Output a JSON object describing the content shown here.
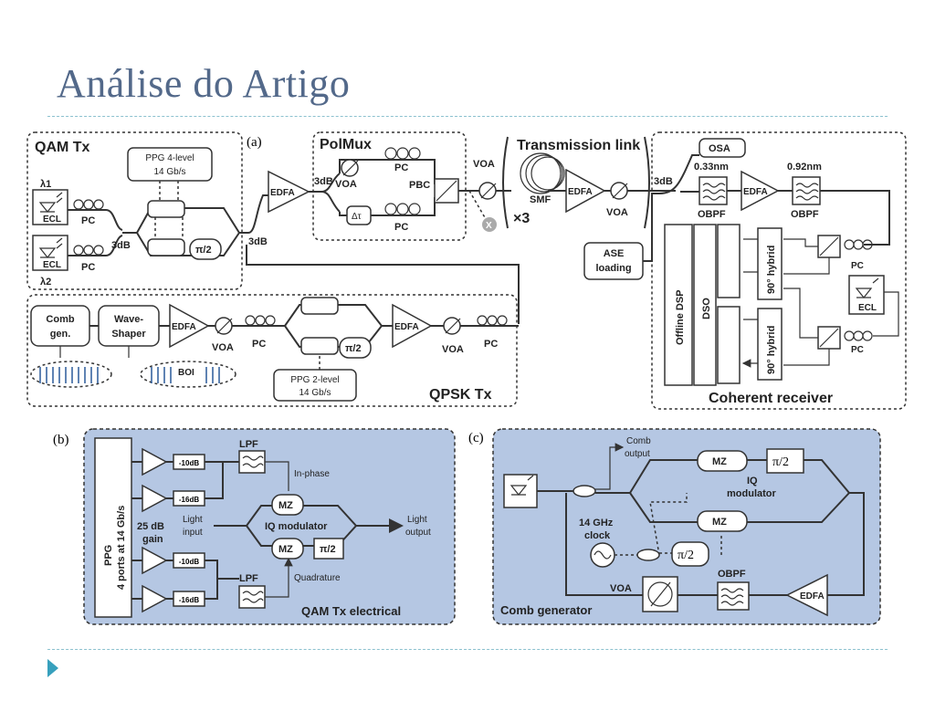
{
  "slide": {
    "title": "Análise do Artigo"
  },
  "panel_a": {
    "tag": "(a)",
    "qam_tx": {
      "title": "QAM Tx",
      "lambda1": "λ1",
      "lambda2": "λ2",
      "ecl": "ECL",
      "pc": "PC",
      "ppg": "PPG 4-level",
      "ppg_rate": "14 Gb/s",
      "coupler": "3dB",
      "phase": "π/2"
    },
    "polmux": {
      "title": "PolMux",
      "voa": "VOA",
      "pc": "PC",
      "pbc": "PBC",
      "delay": "Δτ",
      "coupler": "3dB",
      "edfa": "EDFA",
      "out_coupler": "3dB"
    },
    "link": {
      "title": "Transmission link",
      "voa_in": "VOA",
      "smf": "SMF",
      "times": "×3",
      "edfa": "EDFA",
      "voa": "VOA",
      "ase_line1": "ASE",
      "ase_line2": "loading",
      "coupler": "3dB"
    },
    "receiver": {
      "title": "Coherent receiver",
      "osa": "OSA",
      "bw1": "0.33nm",
      "bw2": "0.92nm",
      "obpf": "OBPF",
      "edfa": "EDFA",
      "dsp": "Offline DSP",
      "dso": "DSO",
      "hybrid": "90° hybrid",
      "ecl": "ECL",
      "pc": "PC"
    },
    "qpsk_tx": {
      "title": "QPSK Tx",
      "comb_line1": "Comb",
      "comb_line2": "gen.",
      "ws_line1": "Wave-",
      "ws_line2": "Shaper",
      "edfa": "EDFA",
      "voa": "VOA",
      "pc": "PC",
      "phase": "π/2",
      "ppg": "PPG 2-level",
      "ppg_rate": "14 Gb/s",
      "boi": "BOI"
    }
  },
  "panel_b": {
    "tag": "(b)",
    "ppg_line1": "PPG",
    "ppg_line2": "4 ports at 14 Gb/s",
    "atten": [
      "-10dB",
      "-16dB",
      "-10dB",
      "-16dB"
    ],
    "gain_line1": "25 dB",
    "gain_line2": "gain",
    "lpf": "LPF",
    "inphase": "In-phase",
    "light_in_line1": "Light",
    "light_in_line2": "input",
    "mz": "MZ",
    "iq": "IQ modulator",
    "phase": "π/2",
    "light_out_line1": "Light",
    "light_out_line2": "output",
    "quadrature": "Quadrature",
    "caption": "QAM Tx electrical"
  },
  "panel_c": {
    "tag": "(c)",
    "comb_out_line1": "Comb",
    "comb_out_line2": "output",
    "mz": "MZ",
    "phase": "π/2",
    "iq_line1": "IQ",
    "iq_line2": "modulator",
    "clock_line1": "14 GHz",
    "clock_line2": "clock",
    "voa": "VOA",
    "obpf": "OBPF",
    "edfa": "EDFA",
    "caption": "Comb generator"
  },
  "colors": {
    "title": "#53698a",
    "panel_fill": "#b5c7e3",
    "separator": "#8cc1cf",
    "bullet": "#37a0bd"
  }
}
